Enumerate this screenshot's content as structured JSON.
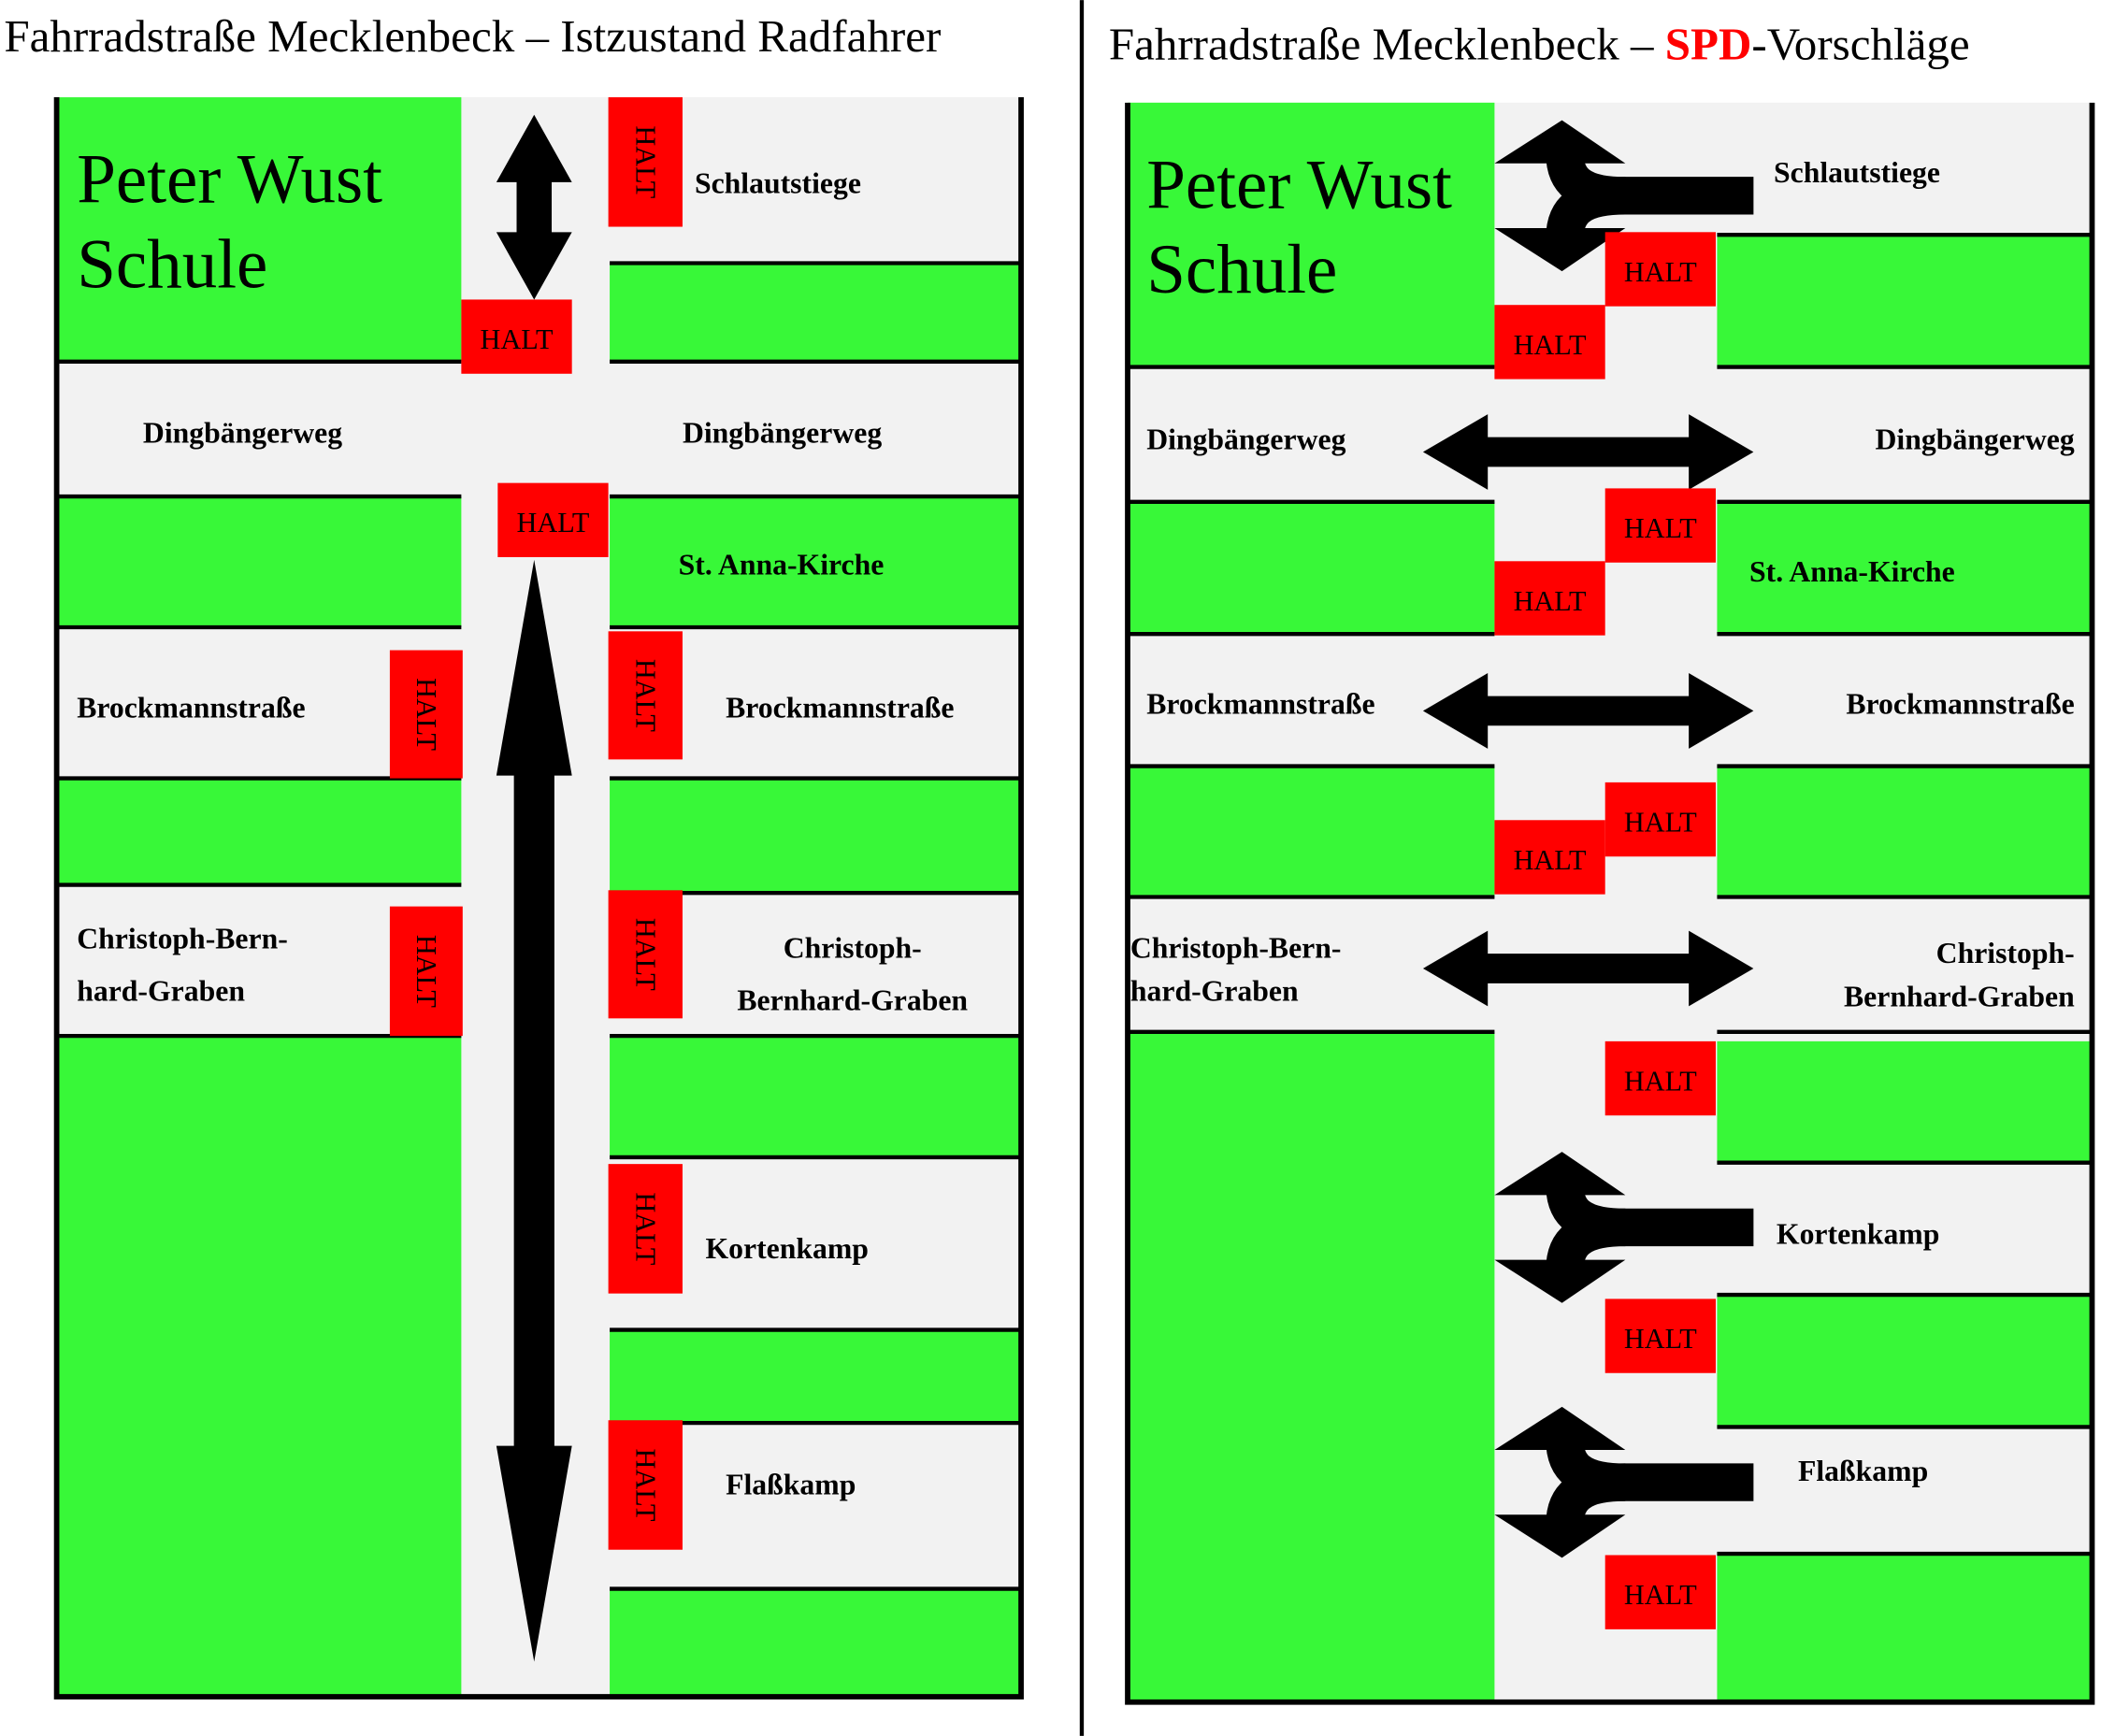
{
  "halt_label": "HALT",
  "colors": {
    "green": "#38f838",
    "road": "#f2f2f2",
    "halt": "#ff0000",
    "line": "#000000",
    "party": "#ff0000"
  },
  "left_panel": {
    "title": "Fahrradstraße Mecklenbeck – Istzustand Radfahrer",
    "school": [
      "Peter Wust",
      "Schule"
    ],
    "streets": [
      [
        "Schlautstiege"
      ],
      [
        "Dingbängerweg"
      ],
      [
        "Dingbängerweg"
      ],
      [
        "St. Anna-Kirche"
      ],
      [
        "Brockmannstraße"
      ],
      [
        "Brockmannstraße"
      ],
      [
        "Christoph-Bern-",
        "hard-Graben"
      ],
      [
        "Christoph-",
        "Bernhard-Graben"
      ],
      [
        "Kortenkamp"
      ],
      [
        "Flaßkamp"
      ]
    ]
  },
  "right_panel": {
    "title_prefix": "Fahrradstraße Mecklenbeck – ",
    "title_party": "SPD",
    "title_suffix": "-Vorschläge",
    "school": [
      "Peter Wust",
      "Schule"
    ],
    "streets": [
      [
        "Schlautstiege"
      ],
      [
        "Dingbängerweg"
      ],
      [
        "Dingbängerweg"
      ],
      [
        "St. Anna-Kirche"
      ],
      [
        "Brockmannstraße"
      ],
      [
        "Brockmannstraße"
      ],
      [
        "Christoph-Bern-",
        "hard-Graben"
      ],
      [
        "Christoph-",
        "Bernhard-Graben"
      ],
      [
        "Kortenkamp"
      ],
      [
        "Flaßkamp"
      ]
    ]
  }
}
